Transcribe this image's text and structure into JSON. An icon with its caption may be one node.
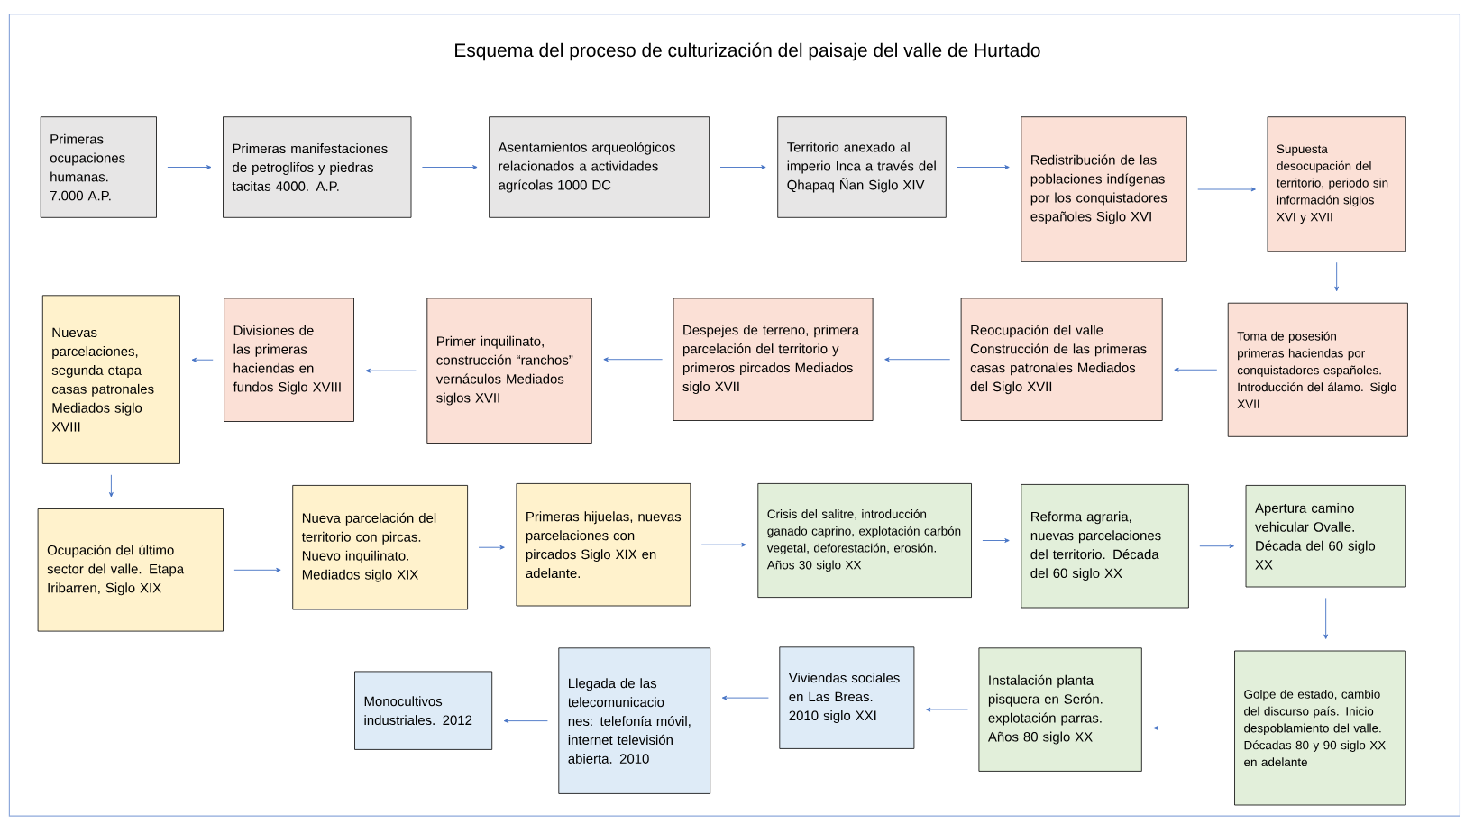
{
  "diagram": {
    "title": "Esquema del proceso de culturización del paisaje del valle de Hurtado",
    "nodes": [
      {
        "text": [
          "Primeras ocupaciones humanas. 7.000 A.P."
        ]
      },
      {
        "text": [
          "Primeras manifestaciones de petroglifos y piedras tacitas 4000. A.P."
        ]
      },
      {
        "text": [
          "Asentamientos arqueológicos relacionados a actividades agrícolas 1000 DC"
        ]
      },
      {
        "text": [
          "Territorio anexado al imperio Inca a través del Qhapaq Ñan   Siglo XIV"
        ]
      },
      {
        "text": [
          "Redistribución de las poblaciones indígenas por los conquistadores españoles Siglo XVI"
        ]
      },
      {
        "text": [
          "Supuesta desocupación del territorio, periodo sin información siglos XVI y XVII"
        ]
      },
      {
        "text": [
          "Toma de posesión primeras haciendas por conquistadores españoles. Introducción del álamo. Siglo XVII"
        ]
      },
      {
        "text": [
          "Reocupación del valle Construcción de las primeras casas patronales Mediados del Siglo XVII"
        ]
      },
      {
        "text": [
          "Despejes de terreno, primera parcelación del territorio y primeros pircados Mediados siglo XVII"
        ]
      },
      {
        "text": [
          "Primer inquilinato, construcción “ranchos” vernáculos Mediados siglos XVII"
        ]
      },
      {
        "text": [
          "Divisiones de las primeras haciendas en fundos Siglo XVIII"
        ]
      },
      {
        "text": [
          "Nuevas parcelaciones, segunda etapa casas patronales Mediados siglo XVIII"
        ]
      },
      {
        "text": [
          "Ocupación del último sector del valle. Etapa Iribarren, Siglo XIX"
        ]
      },
      {
        "text": [
          "Nueva parcelación del territorio con pircas. Nuevo inquilinato. Mediados siglo XIX"
        ]
      },
      {
        "text": [
          "Primeras hijuelas, nuevas parcelaciones con pircados Siglo XIX en adelante."
        ]
      },
      {
        "text": [
          "Crisis del salitre, introducción ganado caprino, explotación carbón vegetal, deforestación, erosión. Años 30 siglo XX"
        ]
      },
      {
        "text": [
          "Reforma agraria, nuevas parcelaciones del territorio.  Década del 60 siglo XX"
        ]
      },
      {
        "text": [
          "Apertura camino vehicular Ovalle. Década del 60 siglo XX"
        ]
      },
      {
        "text": [
          "Golpe de estado, cambio del discurso país. Inicio despoblamiento del valle. Décadas 80 y 90 siglo XX en adelante"
        ]
      },
      {
        "text": [
          "Instalación planta pisquera en Serón. explotación parras. Años 80 siglo XX"
        ]
      },
      {
        "text": [
          "Viviendas sociales en Las Breas. 2010 siglo XXI"
        ]
      },
      {
        "text": [
          "Llegada de las telecomunicacio nes: telefonía móvil, internet televisión abierta. 2010"
        ]
      },
      {
        "text": [
          "Monocultivos industriales. 2012"
        ]
      }
    ],
    "edges": [
      {
        "from": 0,
        "to": 1,
        "arrow": "to"
      },
      {
        "from": 1,
        "to": 2,
        "arrow": "to"
      },
      {
        "from": 2,
        "to": 3,
        "arrow": "to"
      },
      {
        "from": 3,
        "to": 4,
        "arrow": "to"
      },
      {
        "from": 4,
        "to": 5,
        "arrow": "to"
      },
      {
        "from": 5,
        "to": 6,
        "arrow": "to"
      },
      {
        "from": 6,
        "to": 7,
        "arrow": "to"
      },
      {
        "from": 7,
        "to": 8,
        "arrow": "to"
      },
      {
        "from": 8,
        "to": 9,
        "arrow": "to"
      },
      {
        "from": 9,
        "to": 10,
        "arrow": "to"
      },
      {
        "from": 10,
        "to": 11,
        "arrow": "to"
      },
      {
        "from": 11,
        "to": 12,
        "arrow": "to"
      },
      {
        "from": 12,
        "to": 13,
        "arrow": "to"
      },
      {
        "from": 13,
        "to": 14,
        "arrow": "to"
      },
      {
        "from": 14,
        "to": 15,
        "arrow": "to"
      },
      {
        "from": 15,
        "to": 16,
        "arrow": "to"
      },
      {
        "from": 16,
        "to": 17,
        "arrow": "to"
      },
      {
        "from": 17,
        "to": 18,
        "arrow": "to"
      },
      {
        "from": 18,
        "to": 19,
        "arrow": "to"
      },
      {
        "from": 19,
        "to": 20,
        "arrow": "to"
      },
      {
        "from": 20,
        "to": 21,
        "arrow": "to"
      },
      {
        "from": 21,
        "to": 22,
        "arrow": "to"
      }
    ]
  }
}
